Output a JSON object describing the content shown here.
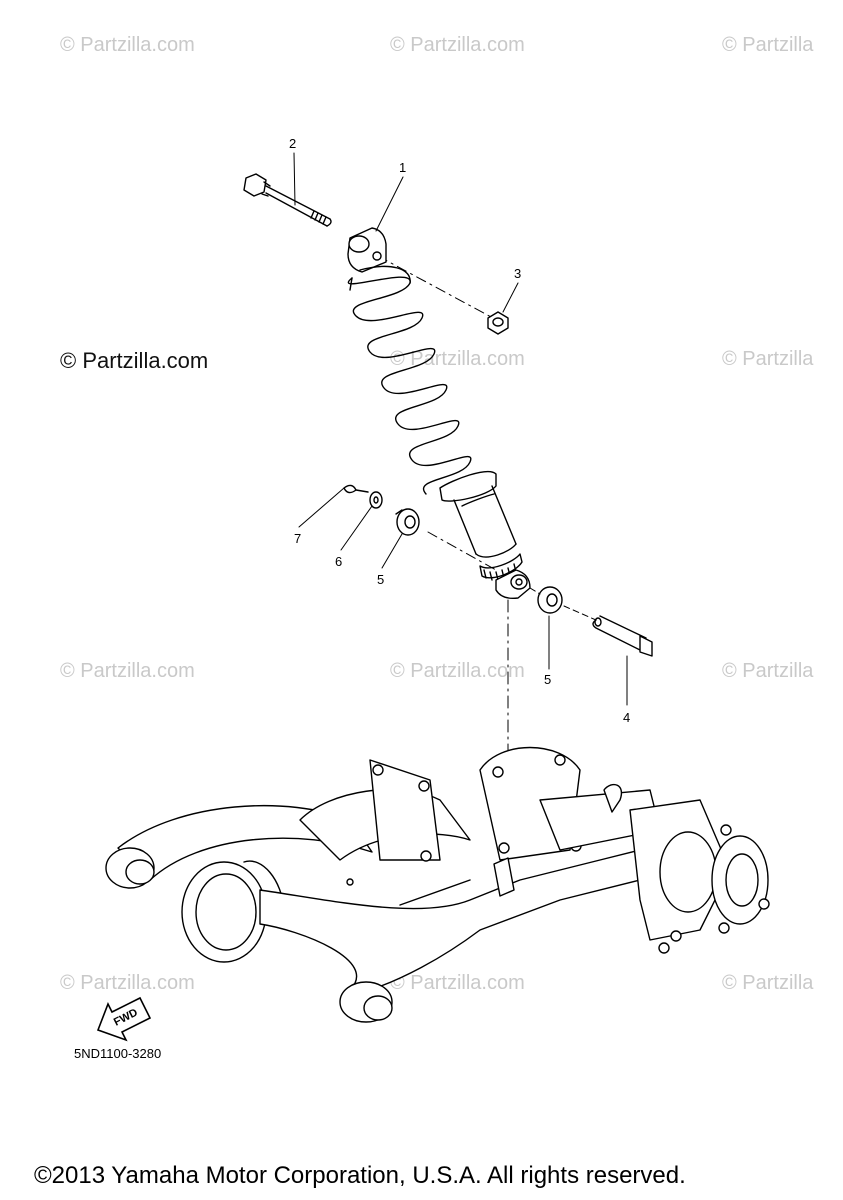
{
  "watermark_faded": "© Partzilla.com",
  "watermark_faded_clipped": "© Partzilla",
  "watermark_strong": "© Partzilla.com",
  "callouts": {
    "c1": "1",
    "c2": "2",
    "c3": "3",
    "c4": "4",
    "c5a": "5",
    "c5b": "5",
    "c6": "6",
    "c7": "7"
  },
  "fwd_label": "FWD",
  "diagram_code": "5ND1100-3280",
  "copyright": "©2013 Yamaha Motor Corporation, U.S.A. All rights reserved."
}
